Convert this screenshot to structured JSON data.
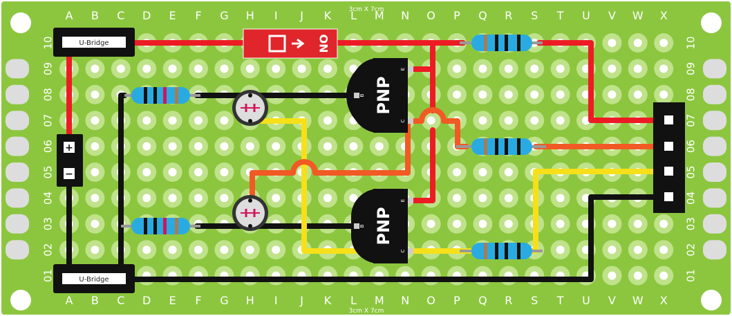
{
  "board": {
    "size_label_top": "3cm X 7cm",
    "size_label_bottom": "3cm X 7cm",
    "columns": [
      "A",
      "B",
      "C",
      "D",
      "E",
      "F",
      "G",
      "H",
      "I",
      "J",
      "K",
      "L",
      "M",
      "N",
      "O",
      "P",
      "Q",
      "R",
      "S",
      "T",
      "U",
      "V",
      "W",
      "X"
    ],
    "rows": [
      "10",
      "09",
      "08",
      "07",
      "06",
      "05",
      "04",
      "03",
      "02",
      "01"
    ],
    "colors": {
      "board": "#8cc63f",
      "hole": "#bfe28a",
      "hole_center": "#ffffff",
      "wire_red": "#ed1c24",
      "wire_black": "#111111",
      "wire_orange": "#f15a24",
      "wire_yellow": "#f7e01a",
      "resistor_body": "#29abe2",
      "switch_body": "#e0262b"
    }
  },
  "components": {
    "bridge_top_label": "U-Bridge",
    "bridge_bottom_label": "U-Bridge",
    "switch_label": "ON",
    "switch_arrow_icon": "arrow-right",
    "battery_plus": "+",
    "battery_minus": "−",
    "transistor_top": {
      "label": "PNP",
      "pin_e": "E",
      "pin_b": "B",
      "pin_c": "C"
    },
    "transistor_bottom": {
      "label": "PNP",
      "pin_e": "E",
      "pin_b": "B",
      "pin_c": "C"
    },
    "capacitor_icon": "electrolytic-capacitor",
    "resistor_icon": "resistor",
    "connector_icon": "4-pin-header"
  }
}
